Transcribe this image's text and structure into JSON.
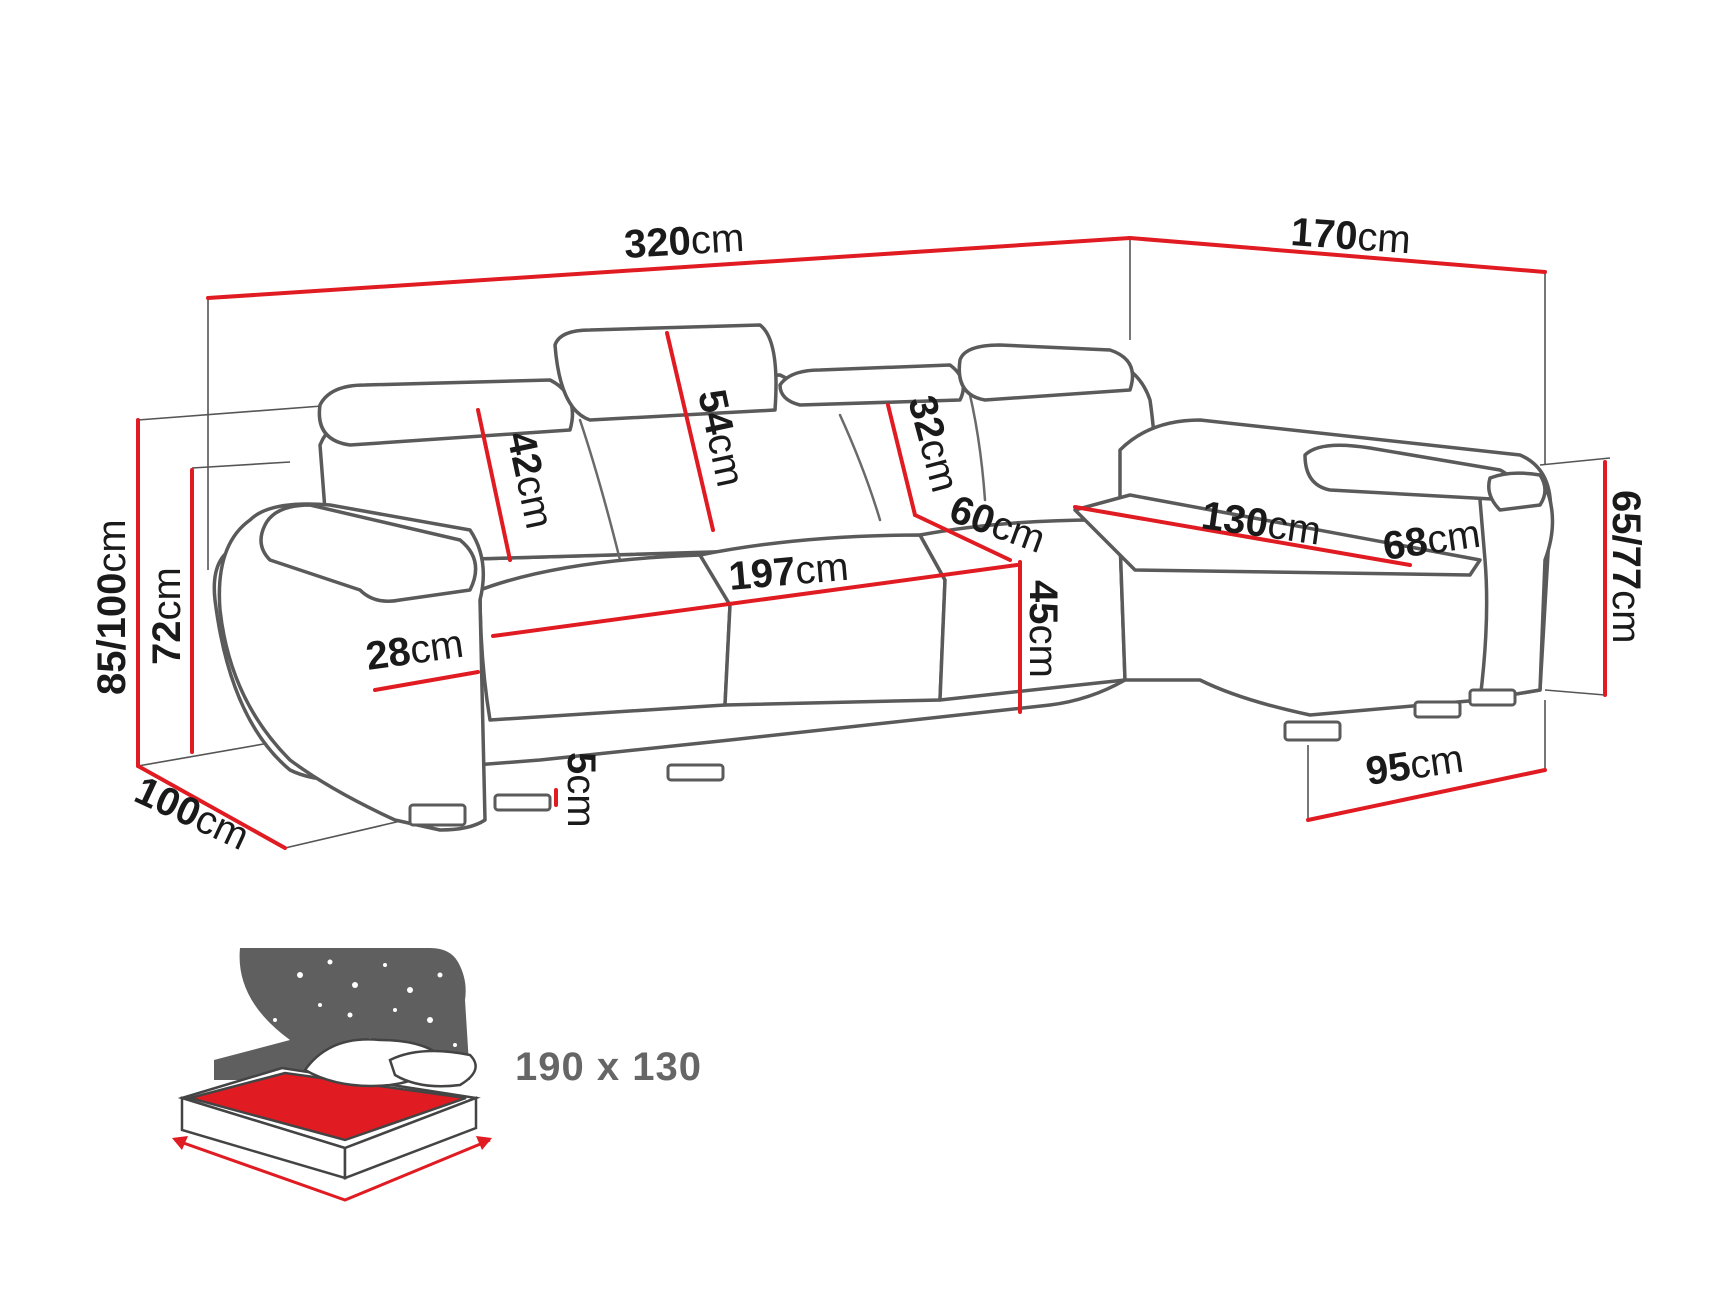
{
  "dimensions": {
    "total_width": {
      "value": "320",
      "unit": "cm"
    },
    "chaise_length": {
      "value": "170",
      "unit": "cm"
    },
    "headrest_42": {
      "value": "42",
      "unit": "cm"
    },
    "headrest_54": {
      "value": "54",
      "unit": "cm"
    },
    "headrest_32": {
      "value": "32",
      "unit": "cm"
    },
    "seat_depth_60": {
      "value": "60",
      "unit": "cm"
    },
    "chaise_seat_130": {
      "value": "130",
      "unit": "cm"
    },
    "chaise_depth_68": {
      "value": "68",
      "unit": "cm"
    },
    "seat_width": {
      "value": "197",
      "unit": "cm"
    },
    "armrest_28": {
      "value": "28",
      "unit": "cm"
    },
    "seat_height_45": {
      "value": "45",
      "unit": "cm"
    },
    "total_height": {
      "value": "85/100",
      "unit": "cm"
    },
    "back_height_72": {
      "value": "72",
      "unit": "cm"
    },
    "chaise_height": {
      "value": "65/77",
      "unit": "cm"
    },
    "depth_100": {
      "value": "100",
      "unit": "cm"
    },
    "leg_height_5": {
      "value": "5",
      "unit": "cm"
    },
    "chaise_width_95": {
      "value": "95",
      "unit": "cm"
    }
  },
  "bed": {
    "size_label": "190 x 130",
    "icon": "sleeping-bed-icon",
    "accent_color": "#e11b22"
  },
  "colors": {
    "dimension_line": "#e11b22",
    "outline": "#5a5a5a"
  }
}
